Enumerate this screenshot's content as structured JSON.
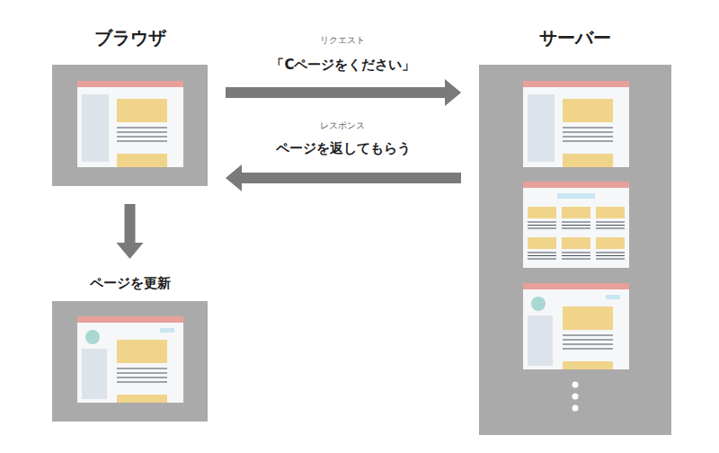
{
  "diagram": {
    "nodes": [
      {
        "text": [
          "ブラウザ"
        ]
      },
      {
        "text": [
          "サーバー"
        ]
      },
      {
        "text": [
          "ページを更新"
        ]
      }
    ],
    "edges": [
      {
        "from": 0,
        "to": 1,
        "label": "「Cページをください」",
        "arrow": "to"
      },
      {
        "from": 1,
        "to": 0,
        "label": "ページを返してもらう",
        "arrow": "to"
      },
      {
        "from": 0,
        "to": 2,
        "arrow": "to"
      }
    ],
    "labels": [
      "リクエスト",
      "レスポンス"
    ]
  }
}
